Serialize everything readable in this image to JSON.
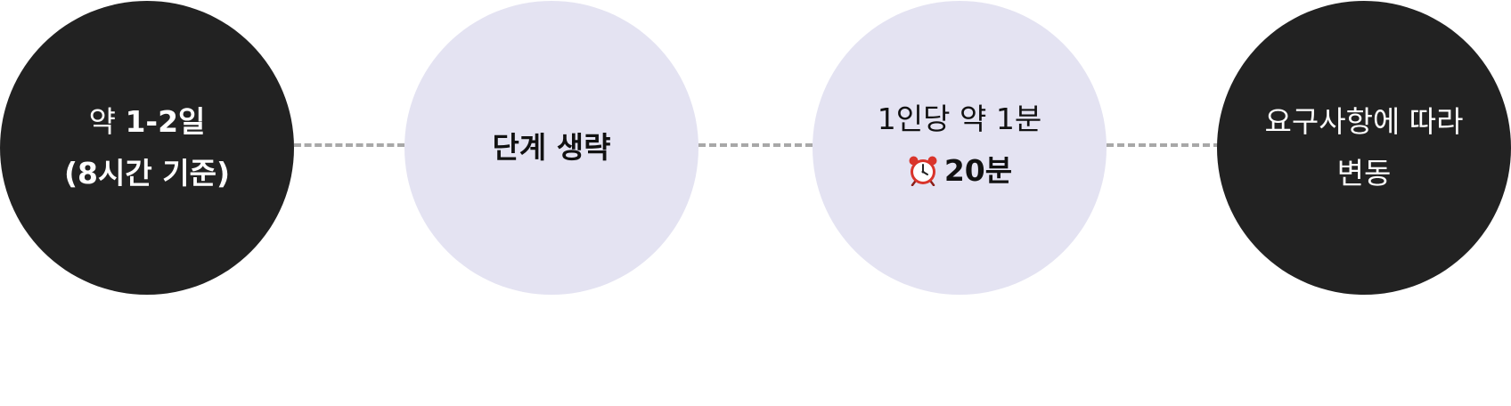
{
  "steps": [
    {
      "theme": "dark",
      "line1_normal": "약 ",
      "line1_bold": "1-2일",
      "line2_bold": "(8시간 기준)",
      "caption": ""
    },
    {
      "theme": "light",
      "line1_bold": "단계 생략",
      "caption": ""
    },
    {
      "theme": "light",
      "line1_normal": "1인당 약 1분",
      "clock_icon": "alarm-clock-icon",
      "line2_bold": "20분",
      "caption": ""
    },
    {
      "theme": "dark",
      "line1_normal": "요구사항에 따라",
      "line2_normal": "변동",
      "caption": ""
    }
  ],
  "colors": {
    "dark": "#222222",
    "light": "#e4e3f2",
    "connector": "#a8a8a8",
    "clock_red": "#d9342b"
  }
}
